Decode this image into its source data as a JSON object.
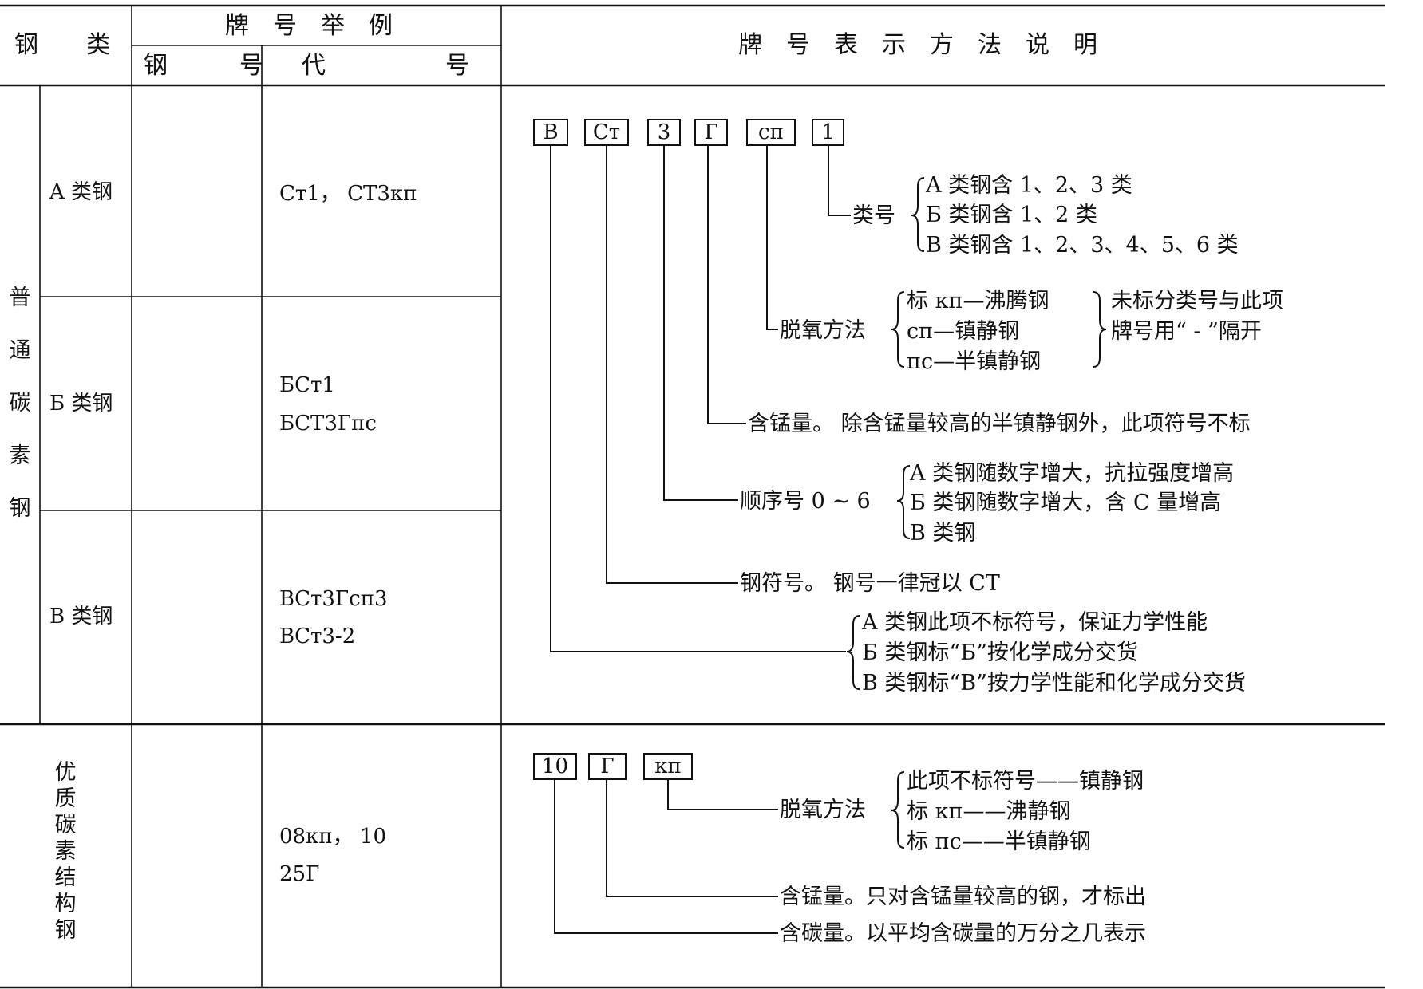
{
  "header": {
    "steel_class": "钢　　类",
    "grade_examples": "牌　号　举　例",
    "steel_no": "钢　　　号",
    "code": "代　　　　　号",
    "method": "牌　号　表　示　方　法　说　明"
  },
  "ordinary": {
    "title_chars": [
      "普",
      "通",
      "碳",
      "素",
      "钢"
    ],
    "rows": [
      {
        "label": "A 类钢",
        "codes": [
          "Ст1，  СТ3кп"
        ]
      },
      {
        "label": "Б 类钢",
        "codes": [
          "БСт1",
          "БСТ3Гпс"
        ]
      },
      {
        "label": "B 类钢",
        "codes": [
          "ВСт3Гсп3",
          "ВСт3-2"
        ]
      }
    ],
    "boxes": [
      "B",
      "Ст",
      "3",
      "Г",
      "сп",
      "1"
    ],
    "class_no": {
      "label": "类号",
      "items": [
        "A 类钢含 1、2、3 类",
        "Б 类钢含 1、2 类",
        "B 类钢含 1、2、3、4、5、6 类"
      ]
    },
    "deox": {
      "label": "脱氧方法",
      "items": [
        "标 кп—沸腾钢",
        "сп—镇静钢",
        "пс—半镇静钢"
      ],
      "note": [
        "未标分类号与此项",
        "牌号用“ - ”隔开"
      ]
    },
    "manganese": "含锰量。  除含锰量较高的半镇静钢外，此项符号不标",
    "sequence": {
      "label": "顺序号 0 ~ 6",
      "items": [
        "A 类钢随数字增大，抗拉强度增高",
        "Б 类钢随数字增大，含 C 量增高",
        "B 类钢"
      ]
    },
    "symbol": "钢符号。  钢号一律冠以 CT",
    "supply": [
      "A 类钢此项不标符号，保证力学性能",
      "Б 类钢标“Б”按化学成分交货",
      "B 类钢标“B”按力学性能和化学成分交货"
    ]
  },
  "quality": {
    "title_chars": [
      "优",
      "质",
      "碳",
      "素",
      "结",
      "构",
      "钢"
    ],
    "codes": [
      "08кп，  10",
      "25Г"
    ],
    "boxes": [
      "10",
      "Г",
      "кп"
    ],
    "deox": {
      "label": "脱氧方法",
      "items": [
        "此项不标符号——镇静钢",
        "标 кп——沸静钢",
        "标 пс——半镇静钢"
      ]
    },
    "manganese": "含锰量。只对含锰量较高的钢，才标出",
    "carbon": "含碳量。以平均含碳量的万分之几表示"
  }
}
